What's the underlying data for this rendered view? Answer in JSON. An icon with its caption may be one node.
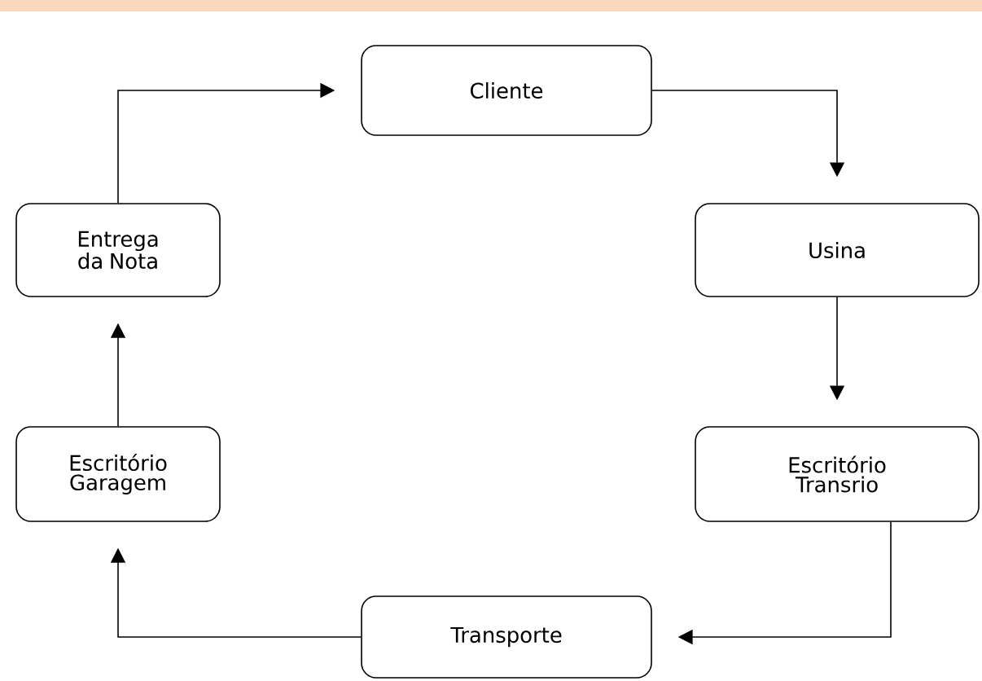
{
  "diagram": {
    "nodes": [
      {
        "text": [
          "Cliente"
        ]
      },
      {
        "text": [
          "Usina"
        ]
      },
      {
        "text": [
          "Escritório Transrio"
        ]
      },
      {
        "text": [
          "Transporte"
        ]
      },
      {
        "text": [
          "Escritório Garagem"
        ]
      },
      {
        "text": [
          "Entrega da Nota"
        ]
      }
    ],
    "edges": [
      {
        "from": 0,
        "to": 1,
        "arrow": "to"
      },
      {
        "from": 1,
        "to": 2,
        "arrow": "to"
      },
      {
        "from": 2,
        "to": 3,
        "arrow": "to"
      },
      {
        "from": 3,
        "to": 4,
        "arrow": "to"
      },
      {
        "from": 4,
        "to": 5,
        "arrow": "to"
      },
      {
        "from": 5,
        "to": 0,
        "arrow": "to"
      }
    ]
  }
}
